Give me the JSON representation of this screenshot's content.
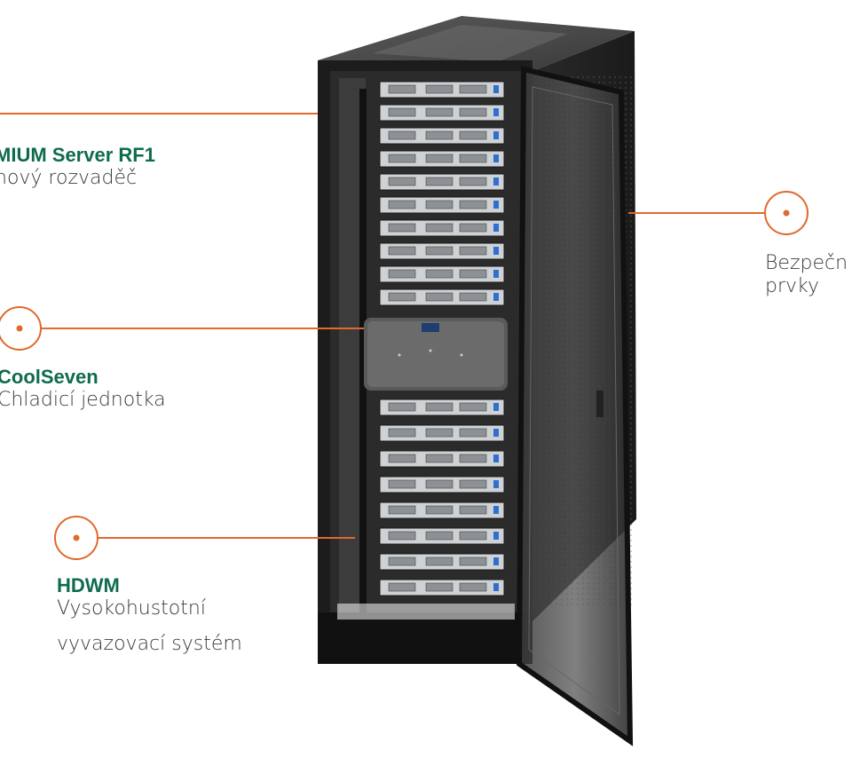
{
  "accent_color": "#e0692d",
  "title_color": "#0f6b4f",
  "callouts": {
    "server": {
      "title": "MIUM Server RF1",
      "subtitle": "nový rozvaděč"
    },
    "cooling": {
      "title": "CoolSeven",
      "subtitle": "Chladicí jednotka"
    },
    "hdwm": {
      "title": "HDWM",
      "subtitle_line1": "Vysokohustotní",
      "subtitle_line2": "vyvazovací systém"
    },
    "security": {
      "subtitle_line1": "Bezpečn",
      "subtitle_line2": "prvky"
    }
  }
}
